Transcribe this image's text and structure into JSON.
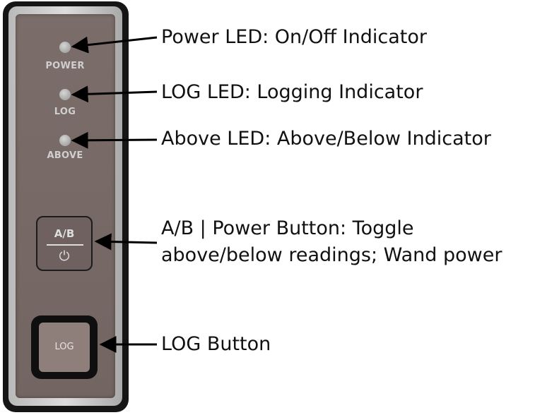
{
  "device": {
    "leds": [
      {
        "label": "POWER"
      },
      {
        "label": "LOG"
      },
      {
        "label": "ABOVE"
      }
    ],
    "ab_button": {
      "label": "A/B",
      "icon": "power-icon",
      "glyph": "⏻"
    },
    "log_button": {
      "label": "LOG"
    }
  },
  "callouts": {
    "power_led": "Power LED: On/Off Indicator",
    "log_led": "LOG LED: Logging Indicator",
    "above_led": "Above LED: Above/Below Indicator",
    "ab_power_button_line1": "A/B | Power Button: Toggle",
    "ab_power_button_line2": "above/below readings; Wand power",
    "log_button": "LOG Button"
  }
}
